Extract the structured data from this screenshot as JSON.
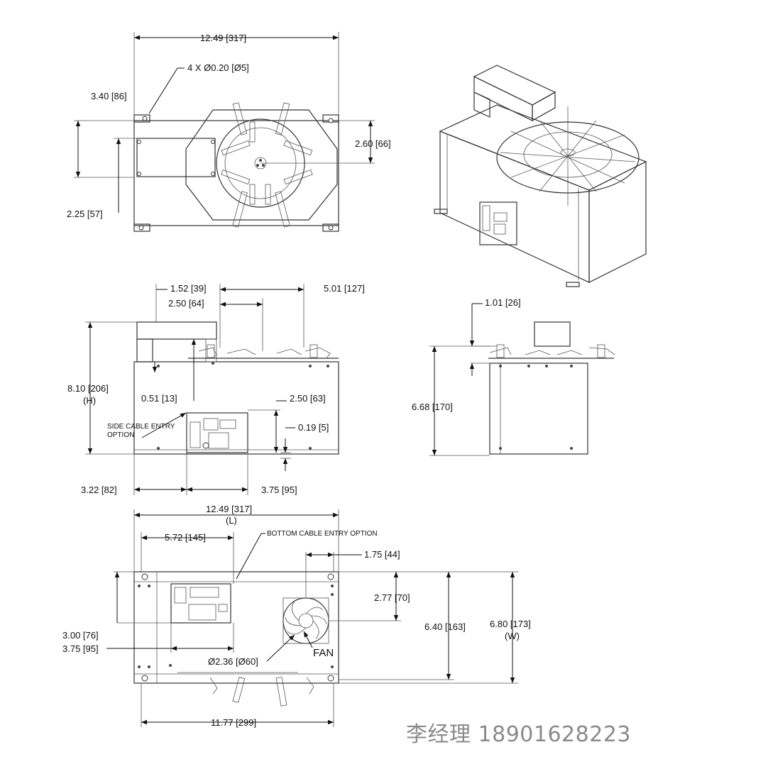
{
  "top_view": {
    "overall_length": "12.49 [317]",
    "mount_holes": "4 X Ø0.20 [Ø5]",
    "left_offset": "3.40 [86]",
    "right_offset": "2.60 [66]",
    "left_lower": "2.25 [57]"
  },
  "front_view": {
    "dim_152": "1.52 [39]",
    "dim_501": "5.01 [127]",
    "dim_250_top": "2.50 [64]",
    "height": "8.10 [206]",
    "height_tag": "(H)",
    "dim_051": "0.51 [13]",
    "dim_250_side": "2.50 [63]",
    "dim_019": "0.19 [5]",
    "side_cable_line1": "SIDE CABLE ENTRY",
    "side_cable_line2": "OPTION",
    "dim_322": "3.22 [82]",
    "dim_375": "3.75 [95]"
  },
  "side_view": {
    "dim_101": "1.01 [26]",
    "dim_668": "6.68 [170]"
  },
  "bottom_view": {
    "length": "12.49 [317]",
    "length_tag": "(L)",
    "dim_572": "5.72 [145]",
    "bottom_cable": "BOTTOM CABLE ENTRY OPTION",
    "dim_175": "1.75 [44]",
    "dim_277": "2.77 [70]",
    "dim_640": "6.40 [163]",
    "width": "6.80 [173]",
    "width_tag": "(W)",
    "dim_300": "3.00 [76]",
    "dim_375": "3.75 [95]",
    "fan_dia": "Ø2.36 [Ø60]",
    "fan_label": "FAN",
    "dim_1177": "11.77 [299]"
  },
  "contact": "李经理 18901628223"
}
